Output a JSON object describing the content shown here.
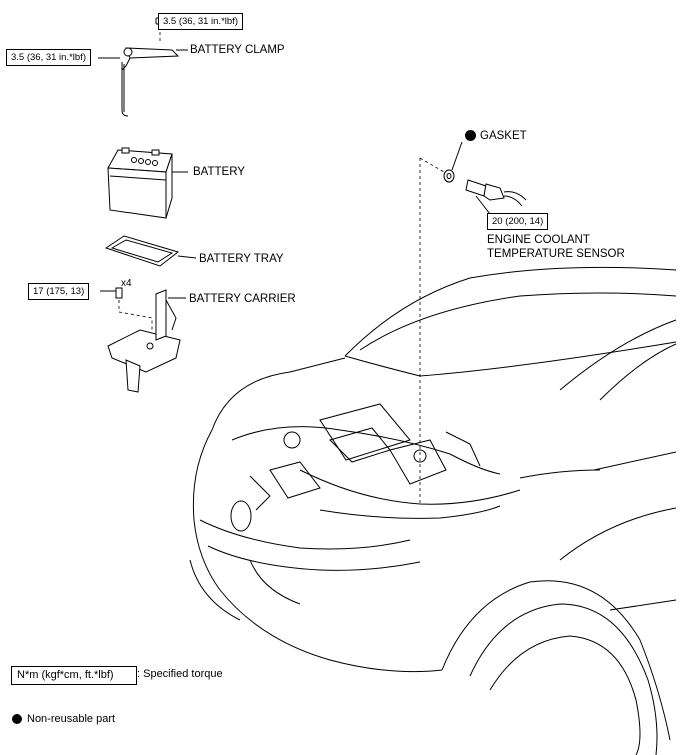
{
  "torque_clamp_top": "3.5 (36, 31 in.*lbf)",
  "torque_clamp_side": "3.5 (36, 31 in.*lbf)",
  "battery_clamp": "BATTERY CLAMP",
  "battery": "BATTERY",
  "battery_tray": "BATTERY TRAY",
  "torque_carrier": "17 (175, 13)",
  "qty_bolts": "x4",
  "battery_carrier": "BATTERY CARRIER",
  "gasket": "GASKET",
  "torque_sensor": "20 (200, 14)",
  "sensor_line1": "ENGINE COOLANT",
  "sensor_line2": "TEMPERATURE SENSOR",
  "legend": {
    "torque_unit": "N*m (kgf*cm, ft.*lbf)",
    "torque_desc": ": Specified torque",
    "nonreusable_desc": "Non-reusable part"
  }
}
